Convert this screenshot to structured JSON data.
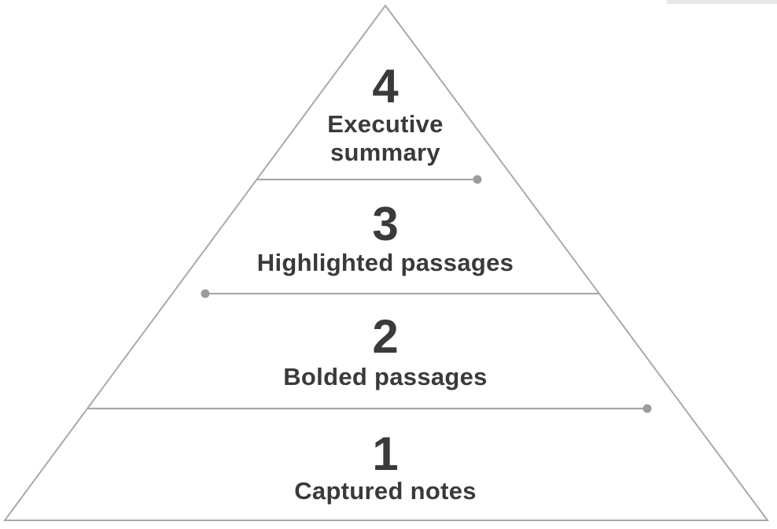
{
  "diagram": {
    "type": "pyramid",
    "direction": "top-is-4-bottom-is-1",
    "levels": [
      {
        "number": "4",
        "label": "Executive summary",
        "label_line1": "Executive",
        "label_line2": "summary",
        "divider_dot_side": "right"
      },
      {
        "number": "3",
        "label": "Highlighted passages",
        "divider_dot_side": "left"
      },
      {
        "number": "2",
        "label": "Bolded passages",
        "divider_dot_side": "right"
      },
      {
        "number": "1",
        "label": "Captured notes",
        "divider_dot_side": "none"
      }
    ],
    "colors": {
      "background": "#ffffff",
      "outline": "#a9a9a9",
      "divider": "#a9a9a9",
      "dot": "#9c9c9c",
      "text": "#3a3a3a",
      "scrollbar_fragment": "#e7e7e7"
    }
  }
}
